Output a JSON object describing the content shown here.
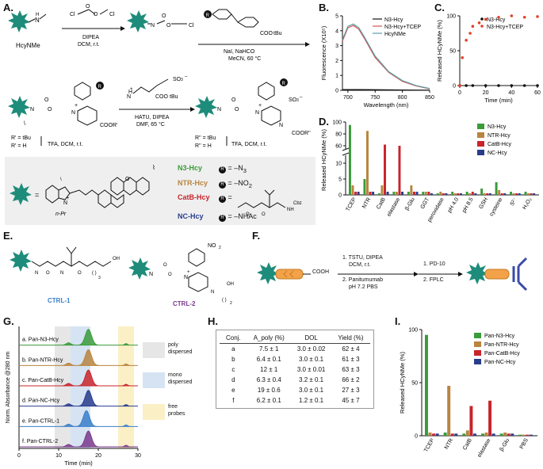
{
  "panels": {
    "A": "A.",
    "B": "B.",
    "C": "C.",
    "D": "D.",
    "E": "E.",
    "F": "F.",
    "G": "G.",
    "H": "H.",
    "I": "I."
  },
  "colors": {
    "n3": "#3a9b3a",
    "ntr": "#b8843f",
    "catb": "#c8242b",
    "nc": "#283c8c",
    "dye": "#1e8c7a",
    "red_dot": "#e0412a",
    "gray": "#777777"
  },
  "scheme_a": {
    "hcynme_label": "HcyNMe",
    "step1_top": "DIPEA",
    "step1_bot": "DCM, r.t.",
    "step2_bot": "NaI, NaHCO",
    "step2_bot2": "MeCN, 60 °C",
    "cooR": "COO",
    "tbu": "tBu",
    "coor_prime": "COOR'",
    "rprime": "R' = tBu",
    "rprime_h": "R' = H",
    "tfa": "TFA, DCM, r.t.",
    "hatu": "HATU, DIPEA",
    "dmf": "DMF, 65 °C",
    "rdouble": "R'' = tBu",
    "rdouble_h": "R'' = H",
    "tfa2": "TFA, DCM, r.t.",
    "so3": "SO",
    "npr": "n-Pr"
  },
  "probes": [
    {
      "name": "N3-Hcy",
      "sub": "3",
      "r": "= –N"
    },
    {
      "name": "NTR-Hcy",
      "r": "= –NO"
    },
    {
      "name": "CatB-Hcy",
      "r": "="
    },
    {
      "name": "NC-Hcy",
      "r": "= –NHAc"
    }
  ],
  "chart_data": [
    {
      "panel": "B",
      "type": "line",
      "xlabel": "Wavelength (nm)",
      "ylabel": "Fluorescence (X10⁵)",
      "xlim": [
        690,
        850
      ],
      "ylim": [
        0,
        5
      ],
      "xticks": [
        700,
        750,
        800,
        850
      ],
      "yticks": [
        0,
        1,
        2,
        3,
        4,
        5
      ],
      "legend_placement": "top-right",
      "series": [
        {
          "name": "N3-Hcy",
          "color": "#111111",
          "x": [
            690,
            700,
            720,
            750,
            800,
            850
          ],
          "y": [
            0.05,
            0.05,
            0.05,
            0.04,
            0.02,
            0.01
          ]
        },
        {
          "name": "N3-Hcy+TCEP",
          "color": "#d9534f",
          "x": [
            690,
            700,
            710,
            720,
            730,
            750,
            775,
            800,
            825,
            850
          ],
          "y": [
            3.3,
            4.2,
            4.35,
            4.1,
            3.5,
            2.2,
            1.2,
            0.6,
            0.3,
            0.1
          ]
        },
        {
          "name": "HcyNMe",
          "color": "#5a9ea8",
          "x": [
            690,
            700,
            710,
            720,
            730,
            750,
            775,
            800,
            825,
            850
          ],
          "y": [
            3.4,
            4.3,
            4.45,
            4.2,
            3.6,
            2.3,
            1.25,
            0.65,
            0.32,
            0.12
          ]
        }
      ]
    },
    {
      "panel": "C",
      "type": "scatter",
      "xlabel": "Time (min)",
      "ylabel": "Released HCyNMe (%)",
      "xlim": [
        0,
        60
      ],
      "ylim": [
        0,
        100
      ],
      "xticks": [
        0,
        20,
        40,
        60
      ],
      "yticks": [
        0,
        50,
        100
      ],
      "legend_placement": "top-right",
      "series": [
        {
          "name": "N3-Hcy",
          "color": "#111111",
          "x": [
            0,
            5,
            10,
            20,
            30,
            40,
            50,
            60
          ],
          "y": [
            0,
            0,
            0,
            0,
            0,
            0,
            0,
            0
          ]
        },
        {
          "name": "N3-Hcy+TCEP",
          "color": "#e0412a",
          "x": [
            0,
            2,
            5,
            8,
            10,
            15,
            20,
            30,
            40,
            50,
            60
          ],
          "y": [
            0,
            40,
            65,
            75,
            85,
            90,
            95,
            98,
            100,
            98,
            99
          ]
        }
      ]
    },
    {
      "panel": "D",
      "type": "bar",
      "ylabel": "Released HCyNMe (%)",
      "legend_placement": "top-right",
      "categories": [
        "TCEP",
        "NTR",
        "CatB",
        "elastase",
        "β-Glu",
        "GGT",
        "peroxidase",
        "pH 4.0",
        "pH 8.5",
        "GSH",
        "cysteine",
        "S²⁻",
        "H₂O₂"
      ],
      "yticks": [
        0,
        5,
        10,
        60,
        80,
        100
      ],
      "series": [
        {
          "name": "N3-Hcy",
          "color": "#3a9b3a",
          "values": [
            95,
            5,
            0.5,
            1,
            1,
            1,
            0.5,
            1,
            1,
            2,
            4,
            1,
            1
          ]
        },
        {
          "name": "NTR-Hcy",
          "color": "#b8843f",
          "values": [
            3,
            85,
            3,
            1,
            3,
            1,
            1,
            0.5,
            0.5,
            0.5,
            1.5,
            0.5,
            0.5
          ]
        },
        {
          "name": "CatB-Hcy",
          "color": "#c8242b",
          "values": [
            1,
            1,
            62,
            60,
            1,
            1,
            0.5,
            0.5,
            1,
            0.5,
            0.5,
            0.5,
            0.5
          ]
        },
        {
          "name": "NC-Hcy",
          "color": "#283c8c",
          "values": [
            1,
            1,
            1,
            1,
            1,
            0.5,
            0.5,
            0.5,
            0.5,
            0.5,
            0.5,
            0.5,
            0.5
          ]
        }
      ]
    },
    {
      "panel": "G",
      "type": "area",
      "xlabel": "Time (min)",
      "ylabel": "Norm. Absorbance @280 nm",
      "xlim": [
        0,
        30
      ],
      "xticks": [
        0,
        10,
        20,
        30
      ],
      "series": [
        {
          "name": "a. Pan-N3-Hcy",
          "color": "#3a9b3a"
        },
        {
          "name": "b. Pan-NTR-Hcy",
          "color": "#b8843f"
        },
        {
          "name": "c. Pan-CatB-Hcy",
          "color": "#c8242b"
        },
        {
          "name": "d. Pan-NC-Hcy",
          "color": "#283c8c"
        },
        {
          "name": "e. Pan-CTRL-1",
          "color": "#3a7fc8"
        },
        {
          "name": "f. Pan-CTRL-2",
          "color": "#7a3a8c"
        }
      ],
      "regions": [
        {
          "name": "poly dispersed",
          "color": "#e6e6e6"
        },
        {
          "name": "mono dispersed",
          "color": "#d6e3f3"
        },
        {
          "name": "free probes",
          "color": "#fbefc6"
        }
      ]
    },
    {
      "panel": "H",
      "type": "table",
      "columns": [
        "Conj.",
        "A_poly (%)",
        "DOL",
        "Yield (%)"
      ],
      "rows": [
        [
          "a",
          "7.5 ± 1",
          "3.0 ± 0.02",
          "62 ± 4"
        ],
        [
          "b",
          "6.4 ± 0.1",
          "3.0 ± 0.1",
          "61 ± 3"
        ],
        [
          "c",
          "12 ± 1",
          "3.0 ± 0.01",
          "63 ± 3"
        ],
        [
          "d",
          "6.3 ± 0.4",
          "3.2 ± 0.1",
          "66 ± 2"
        ],
        [
          "e",
          "19 ± 0.6",
          "3.0 ± 0.1",
          "27 ± 3"
        ],
        [
          "f",
          "6.2 ± 0.1",
          "1.2 ± 0.1",
          "45 ± 7"
        ]
      ]
    },
    {
      "panel": "I",
      "type": "bar",
      "ylabel": "Released HCyNMe (%)",
      "ylim": [
        0,
        100
      ],
      "yticks": [
        0,
        50,
        100
      ],
      "legend_placement": "top-right",
      "categories": [
        "TCEP",
        "NTR",
        "CatB",
        "elastase",
        "β-Glu",
        "PBS"
      ],
      "series": [
        {
          "name": "Pan-N3-Hcy",
          "color": "#3a9b3a",
          "values": [
            95,
            3,
            2,
            2,
            2,
            1
          ]
        },
        {
          "name": "Pan-NTR-Hcy",
          "color": "#b8843f",
          "values": [
            3,
            47,
            5,
            3,
            3,
            1
          ]
        },
        {
          "name": "Pan-CatB-Hcy",
          "color": "#c8242b",
          "values": [
            2,
            2,
            28,
            33,
            2,
            1
          ]
        },
        {
          "name": "Pan-NC-Hcy",
          "color": "#283c8c",
          "values": [
            2,
            2,
            2,
            2,
            2,
            1
          ]
        }
      ]
    }
  ],
  "panel_e": {
    "ctrl1": "CTRL-1",
    "ctrl2": "CTRL-2",
    "no2": "NO"
  },
  "panel_f": {
    "cooh": "COOH",
    "s1a": "1. TSTU, DIPEA",
    "s1b": "DCM, r.t.",
    "s2a": "2. Panitumumab",
    "s2b": "pH 7.2 PBS",
    "p1": "1. PD-10",
    "p2": "2. FPLC"
  },
  "panel_g_labels": [
    "a. Pan-N3-Hcy",
    "b. Pan-NTR-Hcy",
    "c. Pan-CatB-Hcy",
    "d. Pan-NC-Hcy",
    "e. Pan-CTRL-1",
    "f. Pan-CTRL-2"
  ],
  "panel_g_legend": {
    "poly": "poly",
    "poly2": "dispersed",
    "mono": "mono",
    "mono2": "dispersed",
    "free": "free",
    "free2": "probes"
  }
}
